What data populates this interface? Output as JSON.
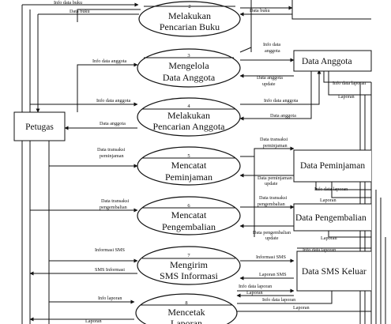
{
  "external_entity": {
    "name": "Petugas"
  },
  "processes": [
    {
      "number": "2",
      "name_line1": "Melakukan",
      "name_line2": "Pencarian Buku"
    },
    {
      "number": "3",
      "name_line1": "Mengelola",
      "name_line2": "Data Anggota"
    },
    {
      "number": "4",
      "name_line1": "Melakukan",
      "name_line2": "Pencarian Anggota"
    },
    {
      "number": "5",
      "name_line1": "Mencatat",
      "name_line2": "Peminjaman"
    },
    {
      "number": "6",
      "name_line1": "Mencatat",
      "name_line2": "Pengembalian"
    },
    {
      "number": "7",
      "name_line1": "Mengirim",
      "name_line2": "SMS Informasi"
    },
    {
      "number": "8",
      "name_line1": "Mencetak",
      "name_line2": "Laporan"
    }
  ],
  "data_stores": [
    {
      "name": "Data Anggota"
    },
    {
      "name": "Data Peminjaman"
    },
    {
      "name": "Data Pengembalian"
    },
    {
      "name": "Data SMS Keluar"
    }
  ],
  "flow_labels": {
    "info_data_buku": "Info data buku",
    "data_buku_left": "Data buku",
    "data_buku_right": "Data buku",
    "info_data_anggota_p3": "Info data anggota",
    "info_data_anggota_store_a": "Info data",
    "info_data_anggota_store_b": "anggota",
    "data_anggota_update_a": "Data anggota",
    "data_anggota_update_b": "update",
    "info_data_laporan_anggota": "Info data laporan",
    "laporan_anggota": "Laporan",
    "info_data_anggota_p4": "Info data anggota",
    "data_anggota_p4": "Data anggota",
    "info_data_anggota_p4_store": "Info data anggota",
    "data_anggota_p4_store": "Data anggota",
    "data_transaksi_peminjaman_a": "Data transaksi",
    "data_transaksi_peminjaman_b": "peminjaman",
    "data_transaksi_peminjaman_store_a": "Data transaksi",
    "data_transaksi_peminjaman_store_b": "peminjaman",
    "data_peminjaman_update_a": "Data peminjaman",
    "data_peminjaman_update_b": "update",
    "info_data_laporan_peminjaman": "Info data laporan",
    "laporan_peminjaman": "Laporan",
    "data_transaksi_pengembalian_a": "Data transaksi",
    "data_transaksi_pengembalian_b": "pengembalian",
    "data_transaksi_pengembalian_store_a": "Data transaksi",
    "data_transaksi_pengembalian_store_b": "pengembalian",
    "data_pengembalian_update_a": "Data pengembalian",
    "data_pengembalian_update_b": "update",
    "laporan_pengembalian": "Laporan",
    "informasi_sms_left": "Informasi SMS",
    "sms_informasi_left": "SMS Informasi",
    "informasi_sms_store": "Informasi SMS",
    "laporan_sms": "Laporan SMS",
    "info_data_laporan_sms": "Info data laporan",
    "info_data_laporan_p8": "Info data laporan",
    "laporan_p8_store": "Laporan",
    "info_data_laporan_p8_right": "Info data laporan",
    "laporan_p8_right": "Laporan",
    "info_laporan_left": "Info laporan",
    "laporan_left": "Laporan"
  }
}
